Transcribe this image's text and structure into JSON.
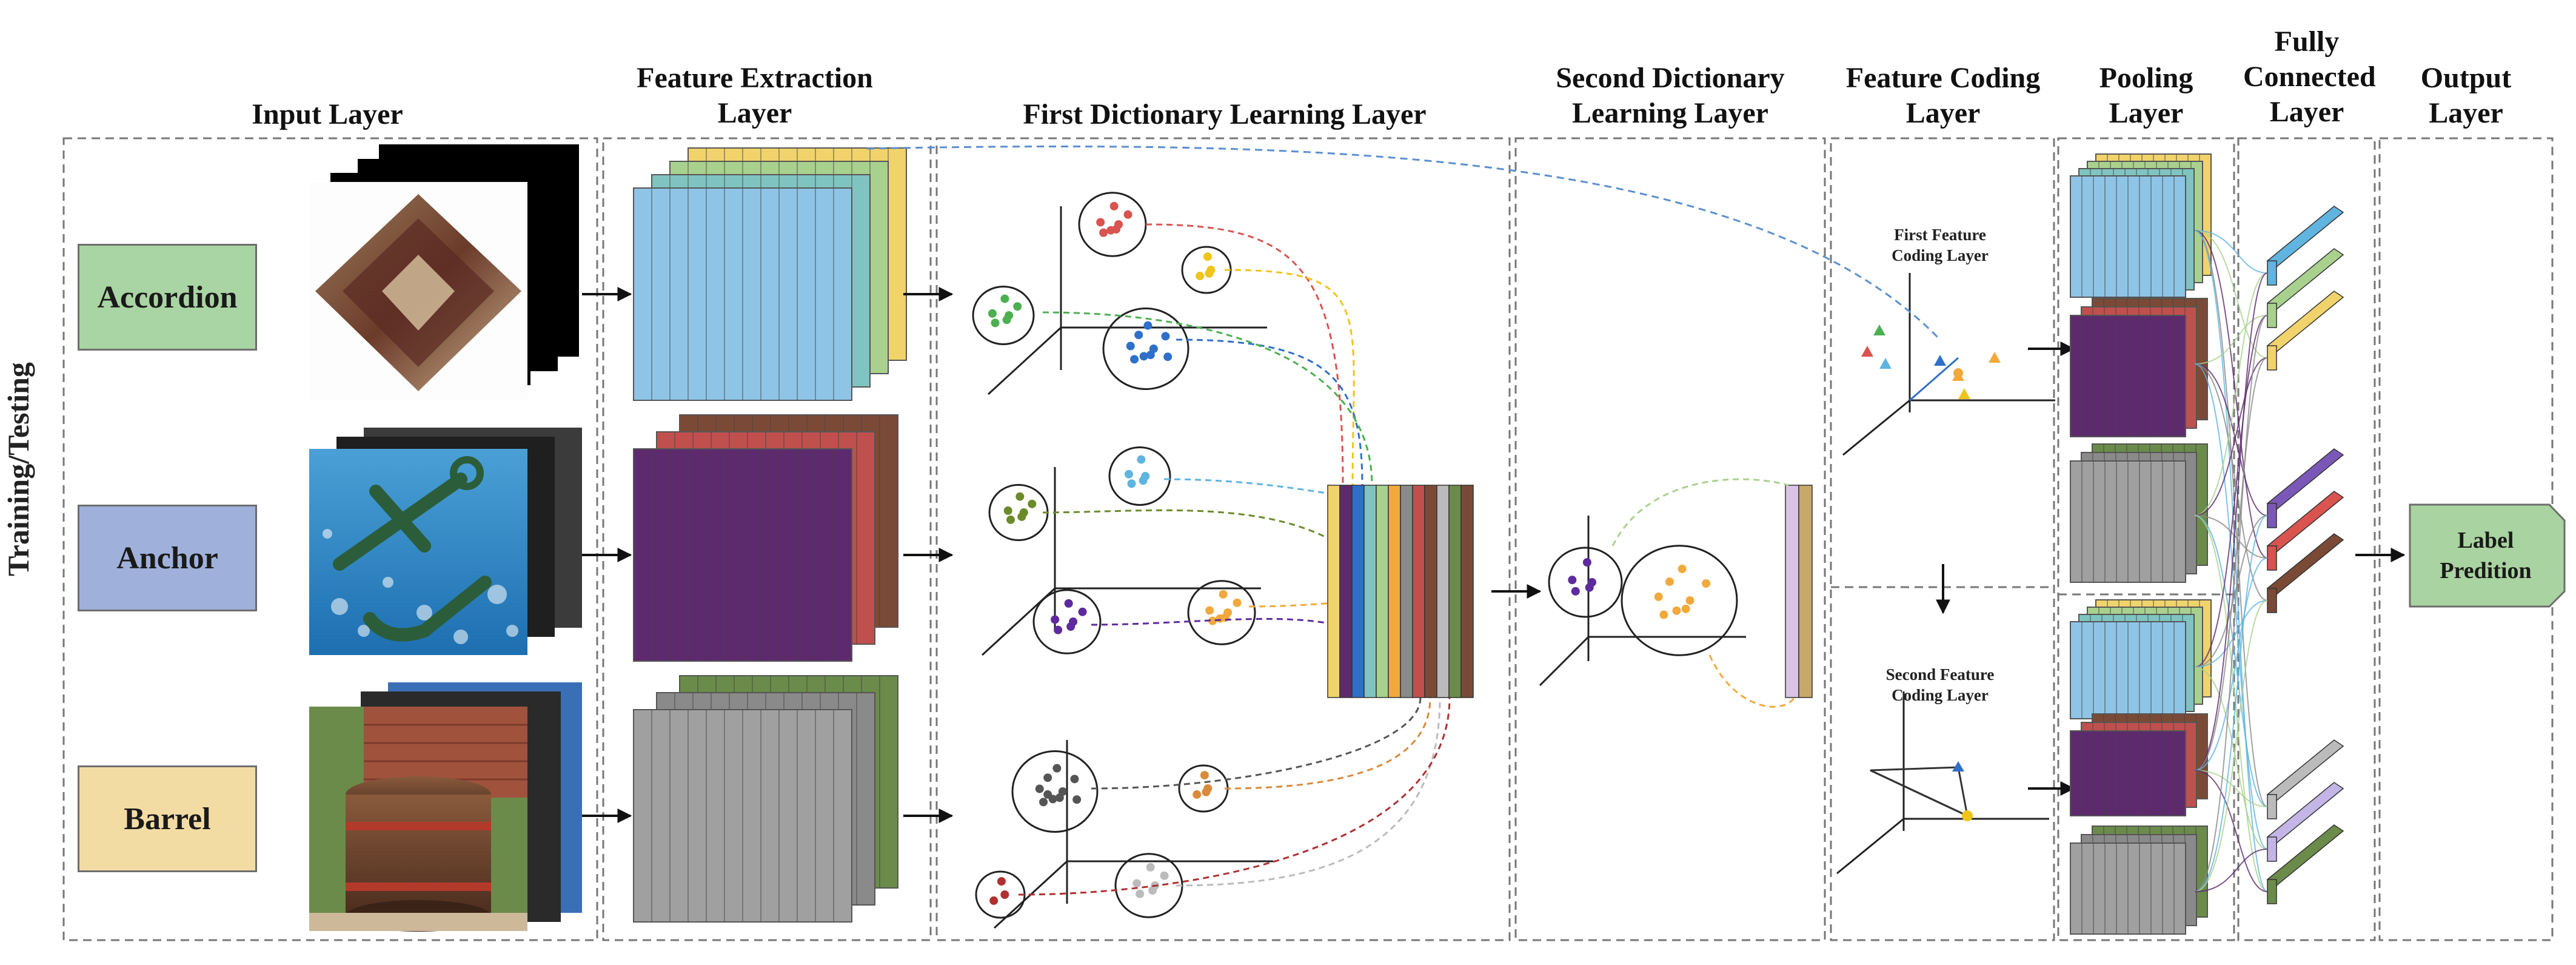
{
  "headers": {
    "input": "Input Layer",
    "feature_extraction": "Feature Extraction Layer",
    "first_dict": "First Dictionary Learning Layer",
    "second_dict": "Second Dictionary Learning Layer",
    "feature_coding": "Feature Coding Layer",
    "pooling": "Pooling Layer",
    "fully_connected": "Fully Connected Layer",
    "output": "Output Layer"
  },
  "side_label": "Training/Testing",
  "classes": [
    {
      "label": "Accordion",
      "color": "#a9d4a3"
    },
    {
      "label": "Anchor",
      "color": "#9fb1db"
    },
    {
      "label": "Barrel",
      "color": "#f3dca4"
    }
  ],
  "coding": {
    "first": "First Feature Coding Layer",
    "second": "Second Feature Coding Layer"
  },
  "output_label": "Label Predition",
  "palette": {
    "blue": "#8ec5e6",
    "teal": "#7fc4c0",
    "green": "#a9d18e",
    "yellow": "#f1d36b",
    "purple": "#5e2a6e",
    "red": "#c0504d",
    "brown": "#7b4a36",
    "gray": "#8a8a8a",
    "output_green": "#a9d3a0"
  }
}
